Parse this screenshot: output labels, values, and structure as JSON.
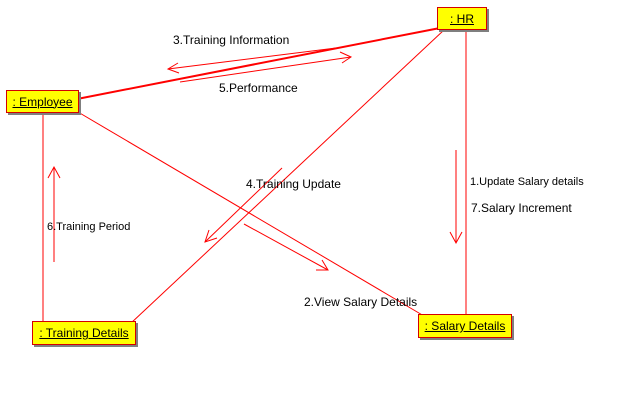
{
  "objects": {
    "hr": ": HR",
    "employee": ": Employee",
    "training_details": ": Training Details",
    "salary_details": ": Salary Details"
  },
  "messages": {
    "m1": "1.Update Salary details",
    "m2": "2.View Salary Details",
    "m3": "3.Training Information",
    "m4": "4.Training Update",
    "m5": "5.Performance",
    "m6": "6.Training Period",
    "m7": "7.Salary Increment"
  },
  "colors": {
    "object_fill": "#ffff00",
    "link": "#ff0000",
    "border": "#d40000"
  }
}
